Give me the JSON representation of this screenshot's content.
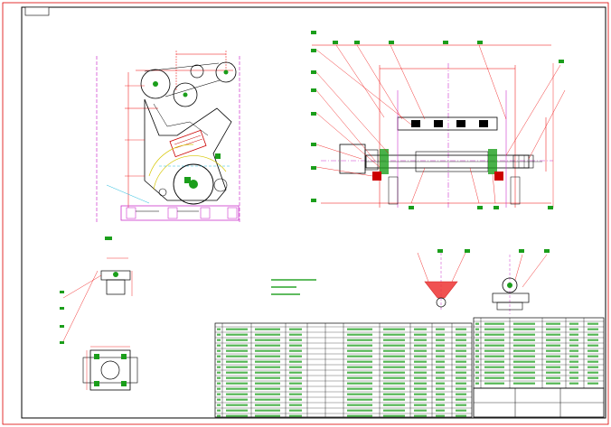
{
  "sheet": {
    "corner_stamp": "",
    "title_cell": ""
  },
  "notes": {
    "heading": "",
    "lines": [
      "",
      "",
      ""
    ]
  },
  "views": {
    "side_view": "crusher-side-elevation",
    "top_view": "rotor-shaft-assembly",
    "detail_a": "bearing-seat-detail",
    "detail_b": "foundation-plan-detail",
    "detail_c": "hook-detail",
    "detail_d": "support-detail"
  },
  "colors": {
    "border": "#000000",
    "leader": "#e00000",
    "dim": "#e00000",
    "part": "#000000",
    "hatch_green": "#1b9e1b",
    "magenta": "#cc33cc",
    "cyan": "#22bbdd",
    "yellow": "#d6c600",
    "text": "#1b6e1b"
  }
}
